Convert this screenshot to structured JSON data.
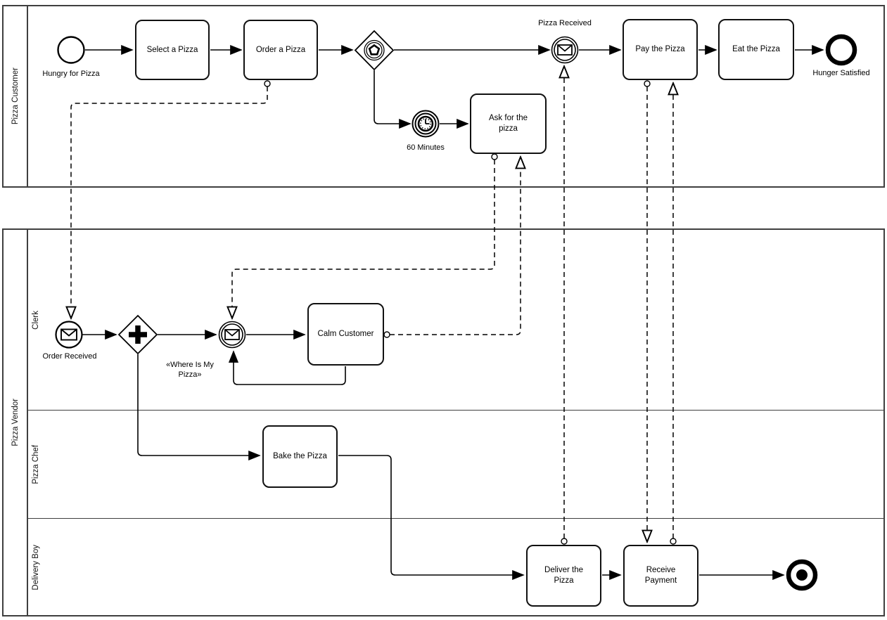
{
  "diagram_type": "BPMN collaboration diagram",
  "pools": [
    {
      "label": "Pizza Customer",
      "lanes": []
    },
    {
      "label": "Pizza Vendor",
      "lanes": [
        {
          "label": "Clerk"
        },
        {
          "label": "Pizza Chef"
        },
        {
          "label": "Delivery Boy"
        }
      ]
    }
  ],
  "nodes": {
    "start_hungry": {
      "type": "start-event",
      "label": "Hungry for Pizza"
    },
    "task_select": {
      "type": "task",
      "label": "Select a Pizza"
    },
    "task_order": {
      "type": "task",
      "label": "Order a Pizza"
    },
    "gateway_event_based": {
      "type": "event-based-gateway",
      "label": ""
    },
    "event_pizza_received": {
      "type": "message-catch-event",
      "label": "Pizza Received"
    },
    "task_pay": {
      "type": "task",
      "label": "Pay the Pizza"
    },
    "task_eat": {
      "type": "task",
      "label": "Eat the Pizza"
    },
    "end_hunger": {
      "type": "end-event",
      "label": "Hunger Satisfied"
    },
    "event_timer": {
      "type": "timer-catch-event",
      "label": "60 Minutes"
    },
    "task_ask": {
      "type": "task",
      "label": "Ask for the pizza"
    },
    "start_order_received": {
      "type": "message-start-event",
      "label": "Order Received"
    },
    "gateway_parallel": {
      "type": "parallel-gateway",
      "label": ""
    },
    "event_where_pizza": {
      "type": "message-catch-event",
      "label": "«Where Is My Pizza»"
    },
    "task_calm": {
      "type": "task",
      "label": "Calm Customer"
    },
    "task_bake": {
      "type": "task",
      "label": "Bake the Pizza"
    },
    "task_deliver": {
      "type": "task",
      "label": "Deliver the Pizza"
    },
    "task_receive": {
      "type": "task",
      "label": "Receive Payment"
    },
    "end_terminate": {
      "type": "terminate-end-event",
      "label": ""
    }
  },
  "colors": {
    "shape": "#000000",
    "pool_border": "#3f3f3f",
    "background": "#ffffff"
  }
}
